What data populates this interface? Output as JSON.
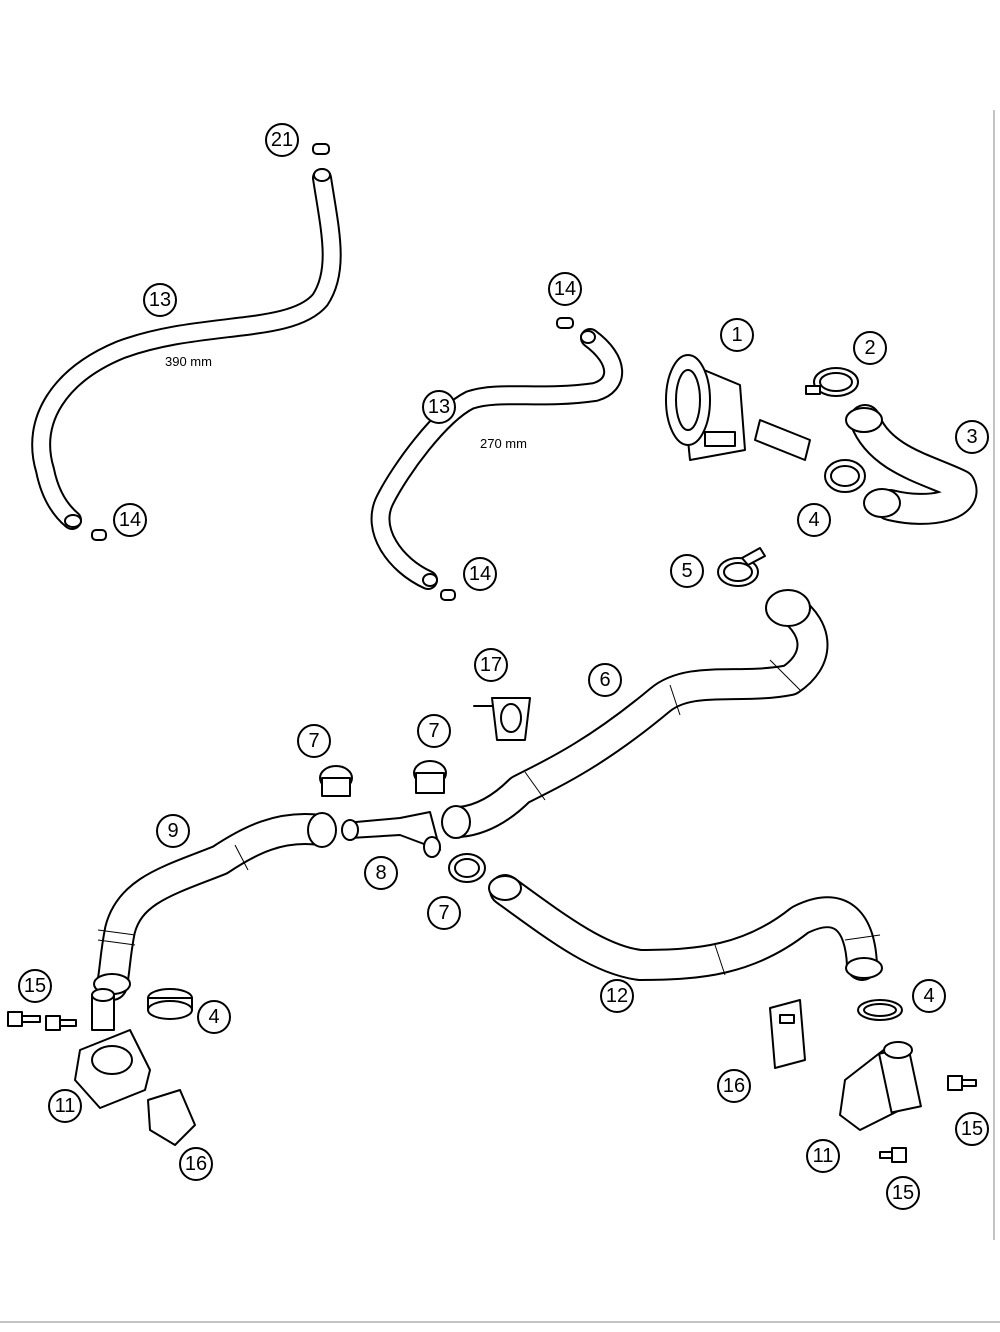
{
  "callouts": {
    "c21": "21",
    "c13a": "13",
    "c14a": "14",
    "c14b": "14",
    "c13b": "13",
    "c14c": "14",
    "c1": "1",
    "c2": "2",
    "c3": "3",
    "c4a": "4",
    "c5": "5",
    "c17": "17",
    "c6": "6",
    "c7a": "7",
    "c7b": "7",
    "c9": "9",
    "c8": "8",
    "c7c": "7",
    "c15a": "15",
    "c4b": "4",
    "c11a": "11",
    "c16a": "16",
    "c12": "12",
    "c4c": "4",
    "c16b": "16",
    "c15b": "15",
    "c11b": "11",
    "c15c": "15"
  },
  "dimensions": {
    "hose_long": "390 mm",
    "hose_short": "270 mm"
  }
}
